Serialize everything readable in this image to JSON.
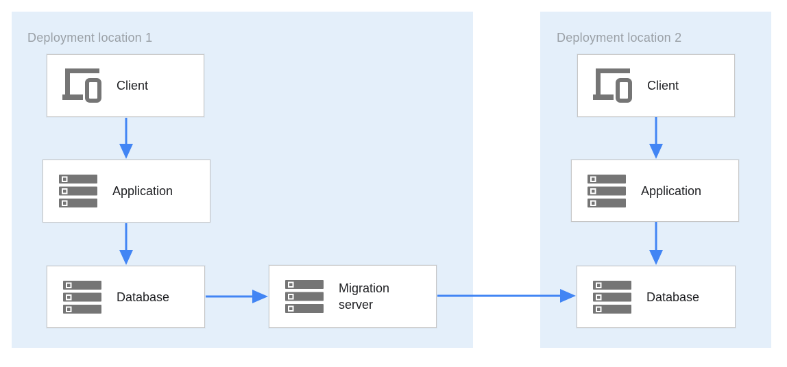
{
  "diagram": {
    "type": "architecture-flow",
    "colors": {
      "panel_background": "#e4effa",
      "arrow": "#4285f4",
      "icon_gray": "#757575",
      "node_border": "#c6c6c6",
      "panel_title_text": "#9aa0a6",
      "node_label_text": "#202124"
    },
    "locations": [
      {
        "title": "Deployment location 1",
        "nodes": [
          {
            "id": "client-1",
            "label": "Client",
            "icon": "client-devices-icon"
          },
          {
            "id": "application-1",
            "label": "Application",
            "icon": "server-stack-icon"
          },
          {
            "id": "database-1",
            "label": "Database",
            "icon": "server-stack-icon"
          }
        ]
      },
      {
        "title": "Deployment location 2",
        "nodes": [
          {
            "id": "client-2",
            "label": "Client",
            "icon": "client-devices-icon"
          },
          {
            "id": "application-2",
            "label": "Application",
            "icon": "server-stack-icon"
          },
          {
            "id": "database-2",
            "label": "Database",
            "icon": "server-stack-icon"
          }
        ]
      }
    ],
    "standalone_nodes": [
      {
        "id": "migration-server",
        "label": "Migration server",
        "icon": "server-stack-icon"
      }
    ],
    "connections": [
      {
        "from": "client-1",
        "to": "application-1",
        "direction": "down"
      },
      {
        "from": "application-1",
        "to": "database-1",
        "direction": "down"
      },
      {
        "from": "database-1",
        "to": "migration-server",
        "direction": "right"
      },
      {
        "from": "migration-server",
        "to": "database-2",
        "direction": "right"
      },
      {
        "from": "client-2",
        "to": "application-2",
        "direction": "down"
      },
      {
        "from": "application-2",
        "to": "database-2",
        "direction": "down"
      }
    ]
  }
}
